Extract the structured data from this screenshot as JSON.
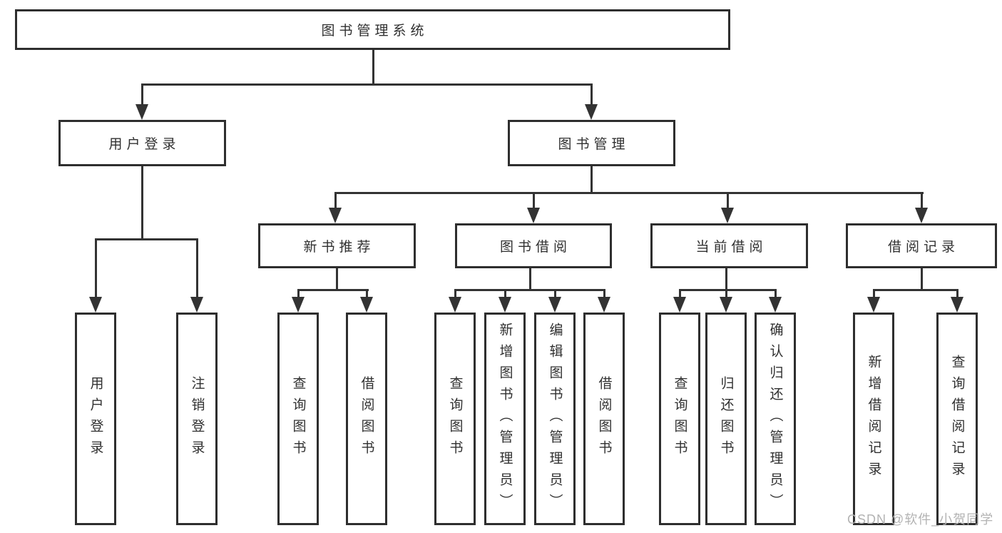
{
  "diagram": {
    "nodes": {
      "root": {
        "label": "图书管理系统"
      },
      "user_login": {
        "label": "用户登录"
      },
      "book_management": {
        "label": "图书管理"
      },
      "new_book_recommend": {
        "label": "新书推荐"
      },
      "book_borrowing": {
        "label": "图书借阅"
      },
      "current_borrowing": {
        "label": "当前借阅"
      },
      "borrowing_records": {
        "label": "借阅记录"
      },
      "leaf_user_login": {
        "label": "用户登录"
      },
      "leaf_logout": {
        "label": "注销登录"
      },
      "leaf_recommend_query": {
        "label": "查询图书"
      },
      "leaf_recommend_borrow": {
        "label": "借阅图书"
      },
      "leaf_borrowing_query": {
        "label": "查询图书"
      },
      "leaf_borrowing_add": {
        "label": "新增图书（管理员）"
      },
      "leaf_borrowing_edit": {
        "label": "编辑图书（管理员）"
      },
      "leaf_borrowing_borrow": {
        "label": "借阅图书"
      },
      "leaf_current_query": {
        "label": "查询图书"
      },
      "leaf_current_return": {
        "label": "归还图书"
      },
      "leaf_current_confirm": {
        "label": "确认归还（管理员）"
      },
      "leaf_records_add": {
        "label": "新增借阅记录"
      },
      "leaf_records_query": {
        "label": "查询借阅记录"
      }
    },
    "colors": {
      "line": "#333333",
      "box_border": "#2e2e2e",
      "text": "#303030",
      "watermark": "#b3b3b3",
      "background": "#ffffff"
    }
  },
  "watermark": {
    "text": "CSDN @软件_小贺同学"
  }
}
